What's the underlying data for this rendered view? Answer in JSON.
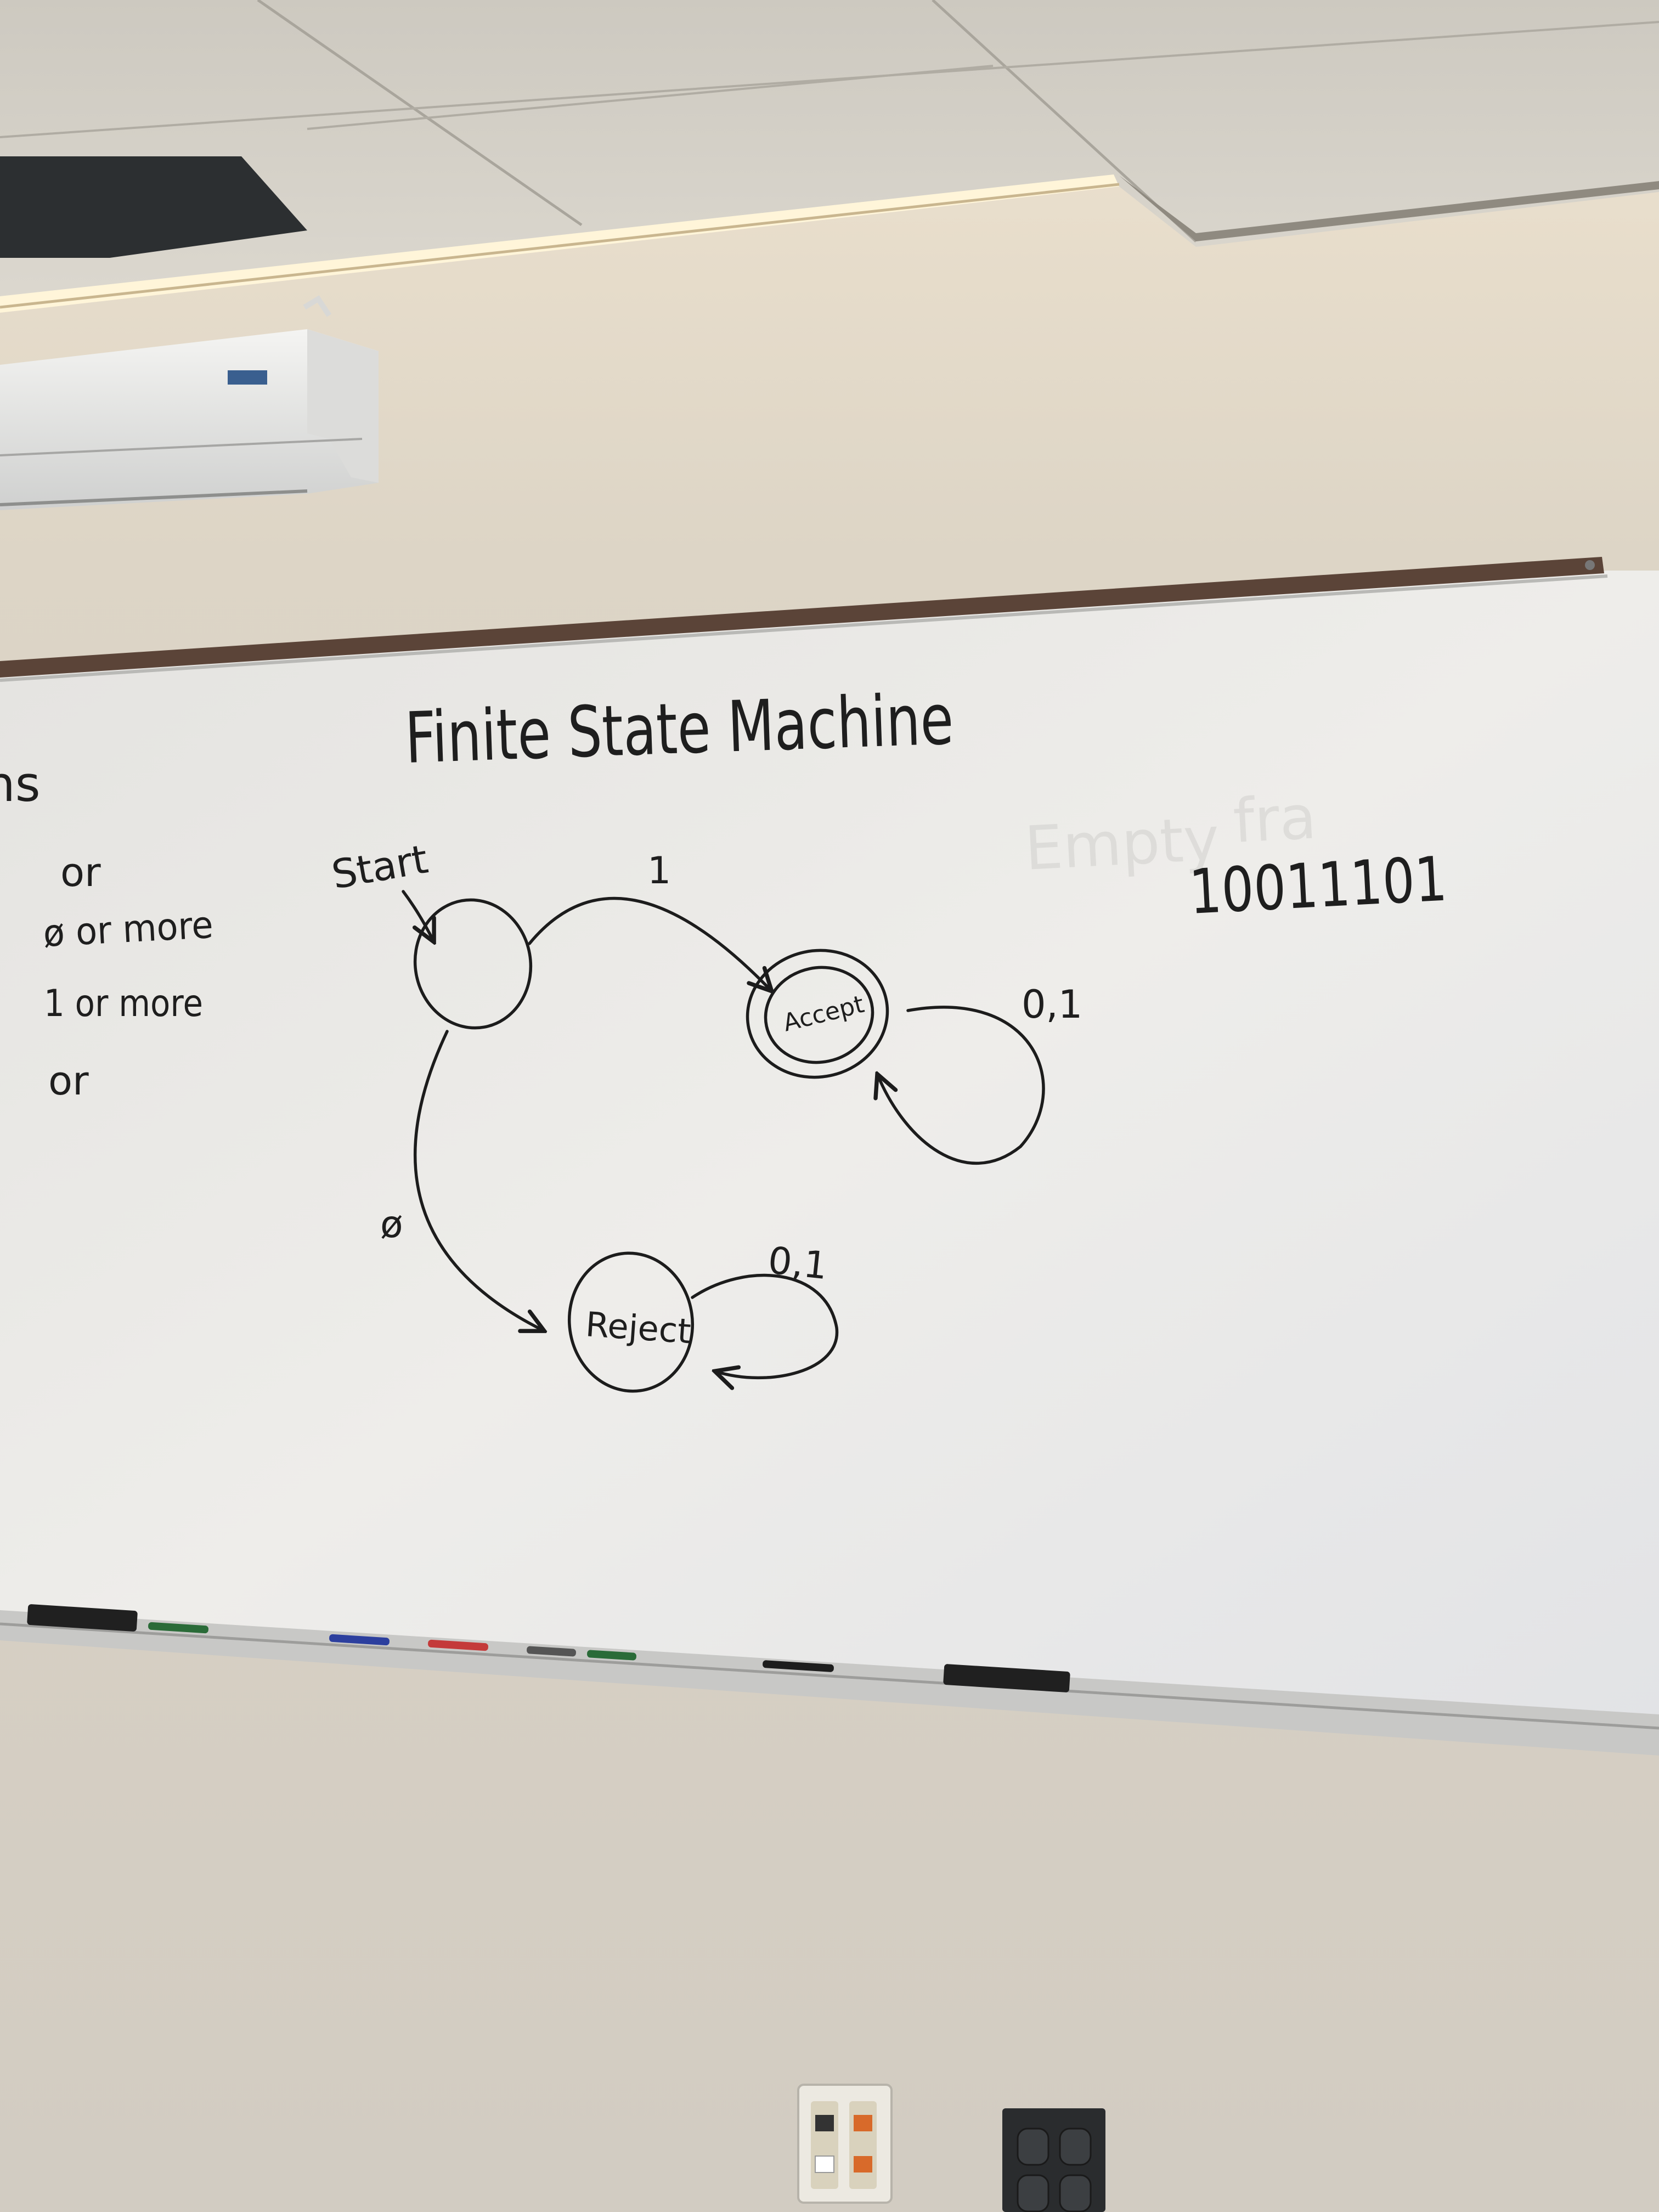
{
  "whiteboard": {
    "title": "Finite State Machine",
    "left_edge_fragment": "ns",
    "left_notes": [
      "or",
      "ø or more",
      "1 or more",
      "or"
    ],
    "input_string": "10011101",
    "ghost_text": [
      "Empty",
      "fra"
    ]
  },
  "fsm": {
    "start_label": "Start",
    "states": {
      "accept": "Accept",
      "reject": "Reject"
    },
    "transitions": {
      "start_to_accept": "1",
      "start_to_reject": "ø",
      "accept_loop": "0,1",
      "reject_loop": "0,1"
    }
  },
  "colors": {
    "wall": "#dcd4c6",
    "board": "#eceae6",
    "ink": "#1c1c1c",
    "ceiling": "#d6d2c8"
  },
  "icons": [
    "projector-screen-housing",
    "network-jack-plate",
    "power-outlet"
  ]
}
